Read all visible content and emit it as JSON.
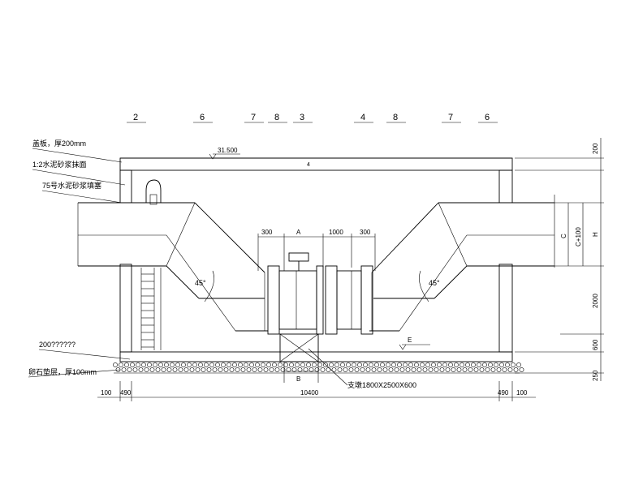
{
  "callouts": [
    "2",
    "6",
    "7",
    "8",
    "3",
    "4",
    "8",
    "7",
    "6"
  ],
  "layer_labels": {
    "cover_slab": "盖板，厚200mm",
    "mortar_plaster": "1:2水泥砂浆抹面",
    "mortar_fill": "75号水泥砂浆填塞",
    "base_slab": "200??????",
    "gravel_bed": "卵石垫层，厚100mm",
    "support": "支墩1800X2500X600"
  },
  "elevation": "31.500",
  "cover_mark": "4",
  "dims_top": {
    "d300_left": "300",
    "A": "A",
    "d1000": "1000",
    "d300_right": "300"
  },
  "angles": {
    "left": "45°",
    "right": "45°"
  },
  "pipe_dims": {
    "C": "C",
    "C100": "C+100",
    "H": "H"
  },
  "dims_right": [
    "200",
    "2000",
    "600",
    "250"
  ],
  "level_marks": {
    "E": "E",
    "B": "B"
  },
  "dims_bottom": [
    "100",
    "490",
    "10400",
    "490",
    "100"
  ]
}
